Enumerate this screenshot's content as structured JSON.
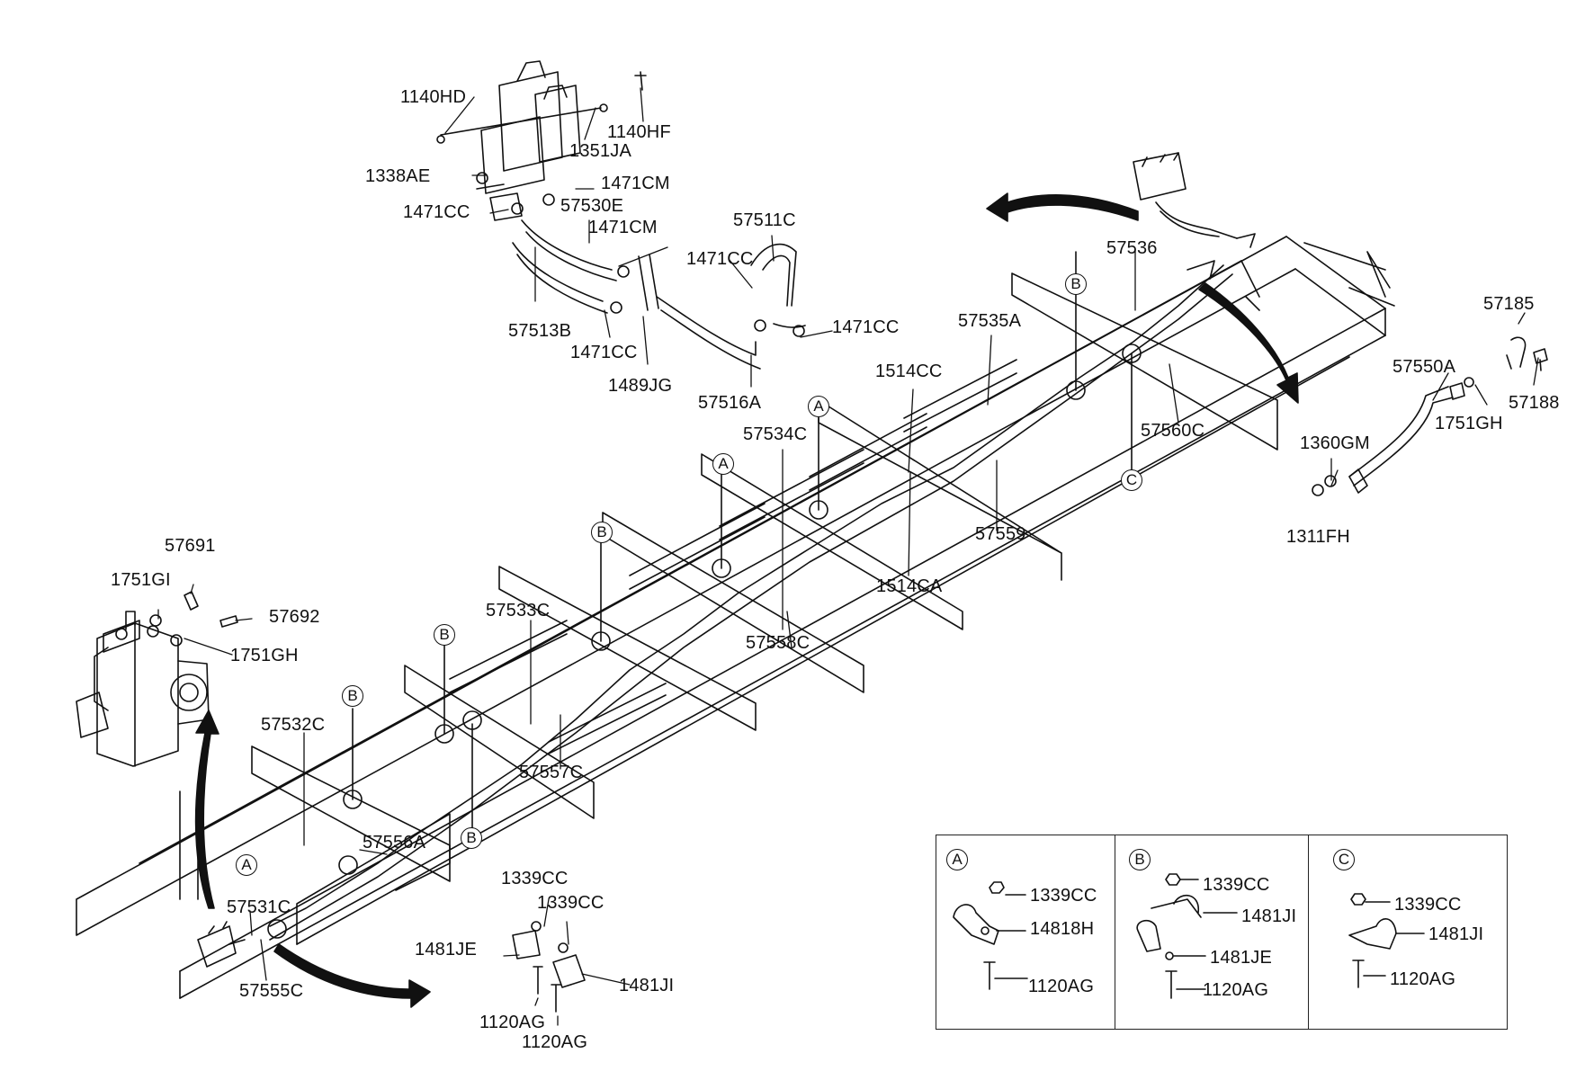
{
  "labels": {
    "p1140HD": "1140HD",
    "p1140HF": "1140HF",
    "p1351JA": "1351JA",
    "p1338AE": "1338AE",
    "p1471CM_a": "1471CM",
    "p1471CC_a": "1471CC",
    "p57530E": "57530E",
    "p1471CM_b": "1471CM",
    "p57511C": "57511C",
    "p1471CC_b": "1471CC",
    "p1471CC_c": "1471CC",
    "p57513B": "57513B",
    "p1471CC_d": "1471CC",
    "p1489JG": "1489JG",
    "p57516A": "57516A",
    "p57536": "57536",
    "p57535A": "57535A",
    "p1514CC": "1514CC",
    "p57560C": "57560C",
    "p57534C": "57534C",
    "p57559": "57559",
    "p1514CA": "1514CA",
    "p57558C": "57558C",
    "p57533C": "57533C",
    "p57532C": "57532C",
    "p57557C": "57557C",
    "p57556A": "57556A",
    "p57531C": "57531C",
    "p57555C": "57555C",
    "p57185": "57185",
    "p57188": "57188",
    "p57550A": "57550A",
    "p1751GH_a": "1751GH",
    "p1360GM": "1360GM",
    "p1311FH": "1311FH",
    "p57691": "57691",
    "p1751GI": "1751GI",
    "p57692": "57692",
    "p1751GH_b": "1751GH",
    "p1339CC_a": "1339CC",
    "p1339CC_b": "1339CC",
    "p1481JE_a": "1481JE",
    "p1481JI_a": "1481JI",
    "p1120AG_a": "1120AG",
    "p1120AG_b": "1120AG"
  },
  "callouts": {
    "c_A1": "A",
    "c_A2": "A",
    "c_A3": "A",
    "c_B1": "B",
    "c_B2": "B",
    "c_B3": "B",
    "c_B4": "B",
    "c_B5": "B",
    "c_C1": "C"
  },
  "panel": {
    "A": {
      "letter": "A",
      "nut": "1339CC",
      "clamp": "14818H",
      "bolt": "1120AG"
    },
    "B": {
      "letter": "B",
      "nut": "1339CC",
      "clamp": "1481JI",
      "clamp2": "1481JE",
      "bolt": "1120AG"
    },
    "C": {
      "letter": "C",
      "nut": "1339CC",
      "clamp": "1481JI",
      "bolt": "1120AG"
    }
  }
}
